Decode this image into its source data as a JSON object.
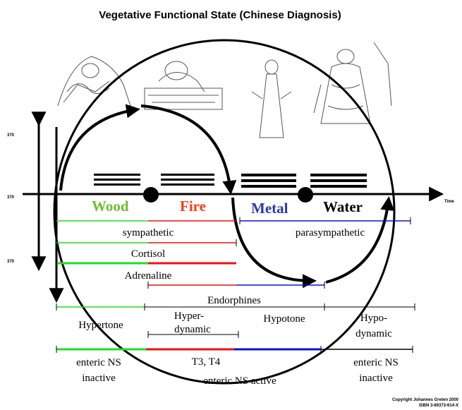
{
  "title": "Vegetative Functional State (Chinese Diagnosis)",
  "axis": {
    "x_label": "Time",
    "y_ticks": [
      "370",
      "370",
      "370"
    ]
  },
  "phases": [
    {
      "name": "Wood",
      "color": "#6fbf2a"
    },
    {
      "name": "Fire",
      "color": "#ff3b10"
    },
    {
      "name": "Metal",
      "color": "#2b3aa8"
    },
    {
      "name": "Water",
      "color": "#000000"
    }
  ],
  "labels": {
    "sympathetic": "sympathetic",
    "parasympathetic": "parasympathetic",
    "cortisol": "Cortisol",
    "adrenaline": "Adrenaline",
    "endorphines": "Endorphines",
    "hypertone": "Hypertone",
    "hyper_line1": "Hyper-",
    "hyper_line2": "dynamic",
    "hypotone": "Hypotone",
    "hypo_line1": "Hypo-",
    "hypo_line2": "dynamic",
    "t3t4": "T3, T4",
    "enteric_inactive_1a": "enteric NS",
    "enteric_inactive_1b": "inactive",
    "enteric_active": "enteric NS active",
    "enteric_inactive_2a": "enteric NS",
    "enteric_inactive_2b": "inactive"
  },
  "colors": {
    "green": "#22dd22",
    "red": "#ee1111",
    "blue": "#1111cc",
    "black": "#000000"
  },
  "copyright": {
    "line1": "Copyright Johannes Greten 2000",
    "line2": "ISBN 3-89373-614-X"
  }
}
